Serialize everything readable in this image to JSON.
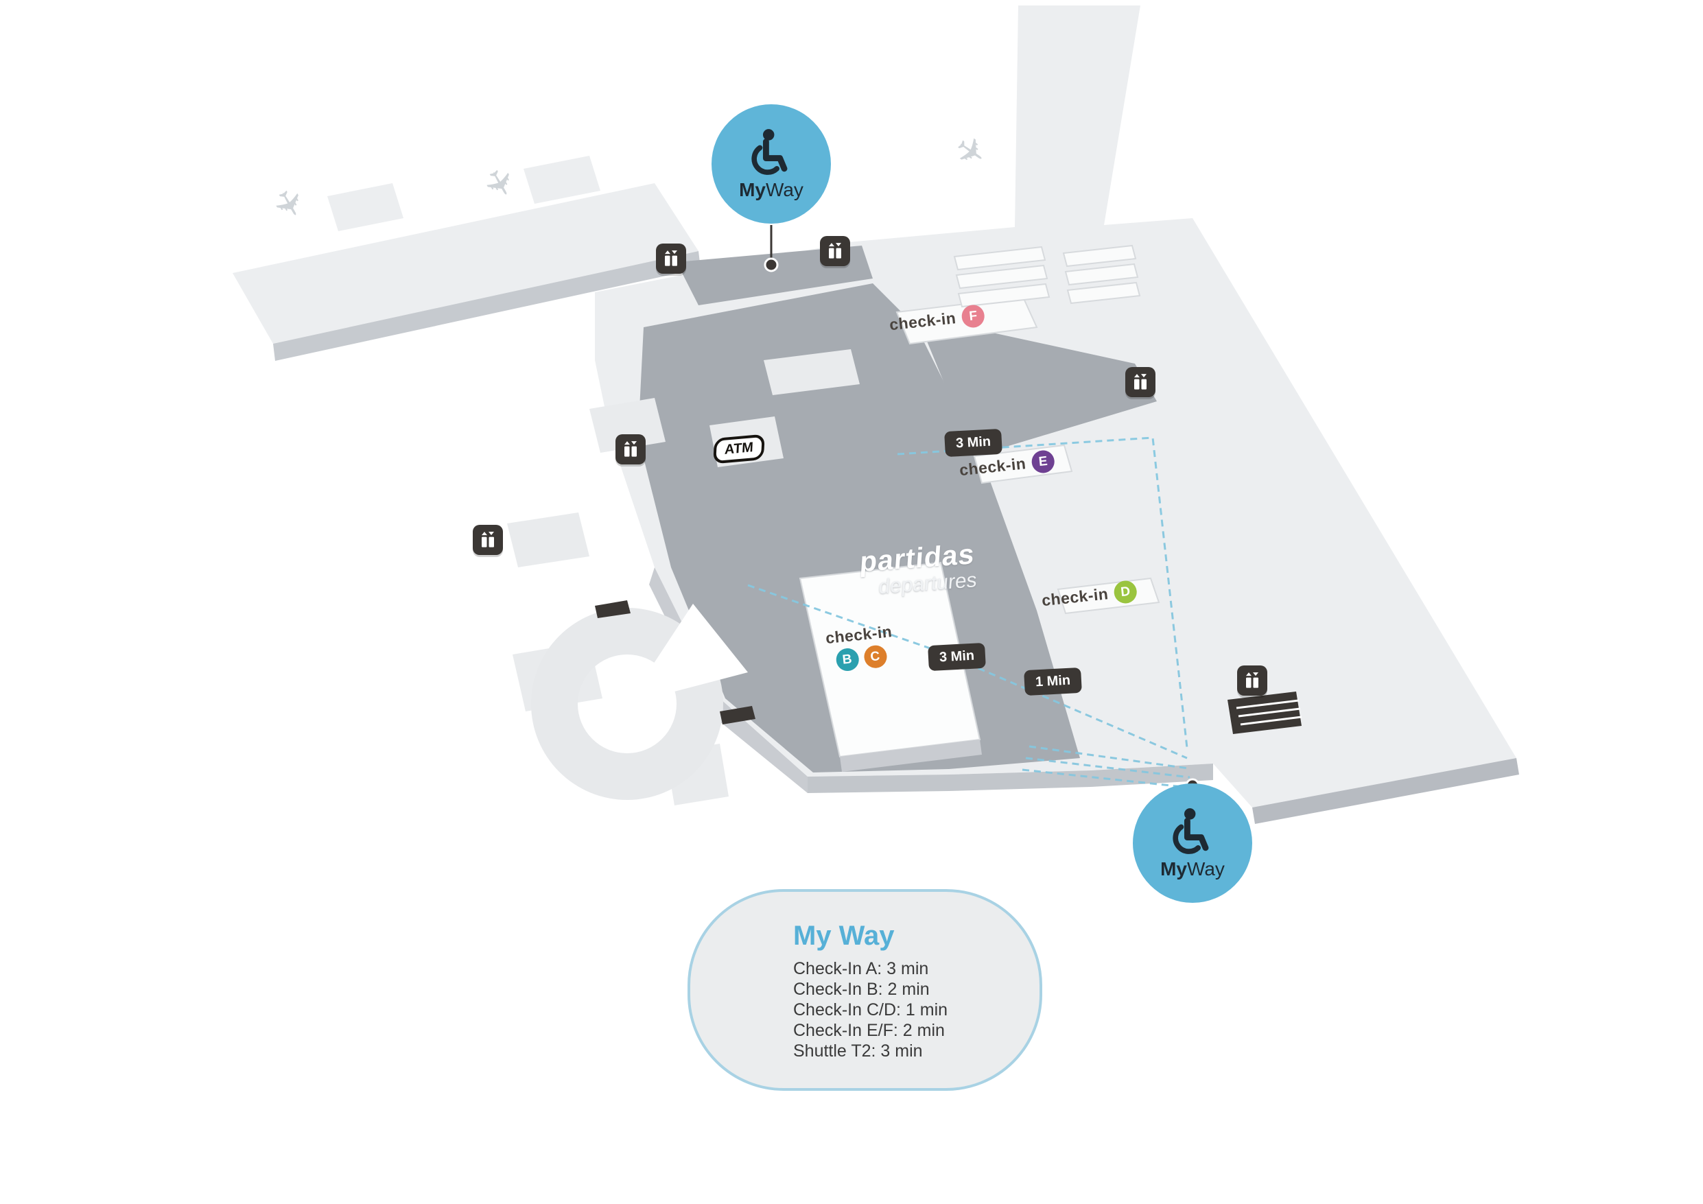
{
  "map": {
    "floor_text": {
      "primary": "partidas",
      "secondary": "departures"
    },
    "atm_label": "ATM",
    "checkin_word": "check-in",
    "zones": {
      "f": "F",
      "e": "E",
      "d": "D",
      "b": "B",
      "c": "C"
    },
    "time_badges": {
      "upper": "3 Min",
      "lower": "3 Min",
      "right": "1 Min"
    },
    "myway_marker": {
      "bold": "My",
      "regular": "Way"
    }
  },
  "legend": {
    "title": "My Way",
    "items": [
      "Check-In A: 3 min",
      "Check-In B: 2 min",
      "Check-In C/D: 1 min",
      "Check-In E/F: 2 min",
      "Shuttle T2: 3 min"
    ]
  },
  "colors": {
    "myway_blue": "#5fb5d8",
    "zone_f": "#e8808f",
    "zone_e": "#6e4092",
    "zone_d": "#9ac43f",
    "zone_b": "#2ba0af",
    "zone_c": "#dd7f2b",
    "route_dash": "#86c7df",
    "badge_dark": "#3b3734"
  }
}
